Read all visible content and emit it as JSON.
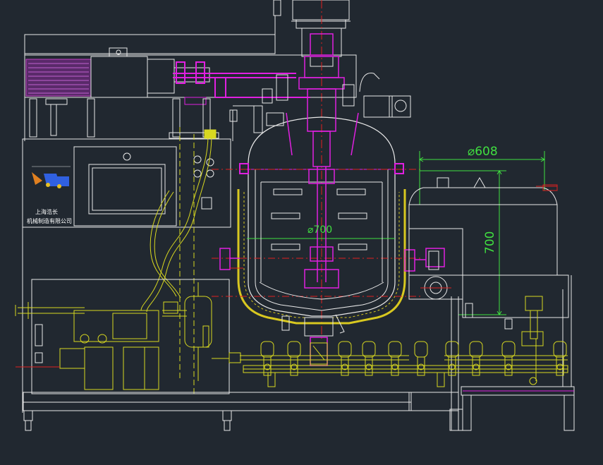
{
  "drawing": {
    "dimensions": {
      "tank_diameter_label": "⌀608",
      "tank_height_label": "700",
      "vessel_diameter_label": "⌀700"
    },
    "company_label": {
      "line1": "上海浩长",
      "line2": "机械制造有限公司"
    },
    "colors": {
      "background": "#212830",
      "frame": "#e8e8e8",
      "valves": "#d8d820",
      "hatch": "#c040c0",
      "flange": "#e020e0",
      "centerline": "#e02020",
      "dimension": "#40e040",
      "insulation": "#d8c820",
      "accent_blue": "#3060e0"
    }
  }
}
